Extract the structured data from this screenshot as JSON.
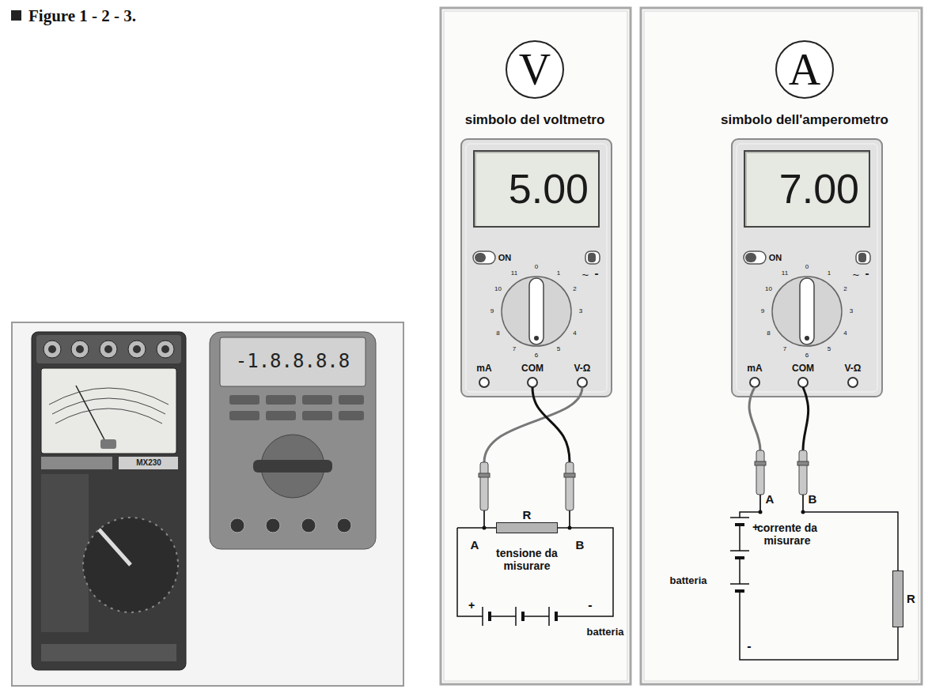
{
  "diagram": {
    "title": "Figure 1 - 2 - 3.",
    "nodes": [
      {
        "text": [
          "V",
          "simbolo del voltmetro"
        ]
      },
      {
        "text": [
          "5.00"
        ]
      },
      {
        "text": [
          "R"
        ]
      },
      {
        "text": [
          "A",
          "simbolo dell'amperometro"
        ]
      },
      {
        "text": [
          "7.00"
        ]
      },
      {
        "text": [
          "R"
        ]
      }
    ],
    "labels": [
      "ON",
      "~",
      "-",
      "0",
      "1",
      "2",
      "3",
      "4",
      "5",
      "6",
      "7",
      "8",
      "9",
      "10",
      "11",
      "mA",
      "COM",
      "V-Ω",
      "A",
      "B",
      "tensione da misurare",
      "+",
      "-",
      "batteria",
      "ON",
      "~",
      "-",
      "0",
      "1",
      "2",
      "3",
      "4",
      "5",
      "6",
      "7",
      "8",
      "9",
      "10",
      "11",
      "mA",
      "COM",
      "V-Ω",
      "batteria",
      "+",
      "A",
      "B",
      "corrente da misurare",
      "-",
      "MX230",
      "-1.8.8.8.8"
    ]
  }
}
